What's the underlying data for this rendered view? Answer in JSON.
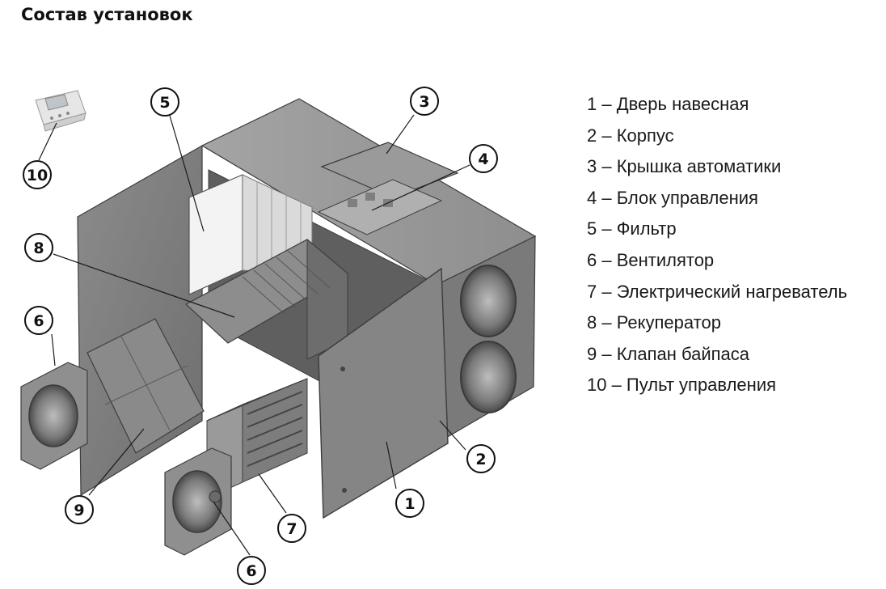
{
  "title": "Состав установок",
  "legend": [
    {
      "num": "1",
      "text": "1 – Дверь навесная"
    },
    {
      "num": "2",
      "text": "2 – Корпус"
    },
    {
      "num": "3",
      "text": "3 – Крышка автоматики"
    },
    {
      "num": "4",
      "text": "4 – Блок управления"
    },
    {
      "num": "5",
      "text": "5 – Фильтр"
    },
    {
      "num": "6",
      "text": "6 – Вентилятор"
    },
    {
      "num": "7",
      "text": "7 – Электрический нагреватель"
    },
    {
      "num": "8",
      "text": "8 – Рекуператор"
    },
    {
      "num": "9",
      "text": "9 – Клапан байпаса"
    },
    {
      "num": "10",
      "text": "10 – Пульт управления"
    }
  ],
  "callouts": [
    "1",
    "2",
    "3",
    "4",
    "5",
    "6",
    "6",
    "7",
    "8",
    "9",
    "10"
  ]
}
